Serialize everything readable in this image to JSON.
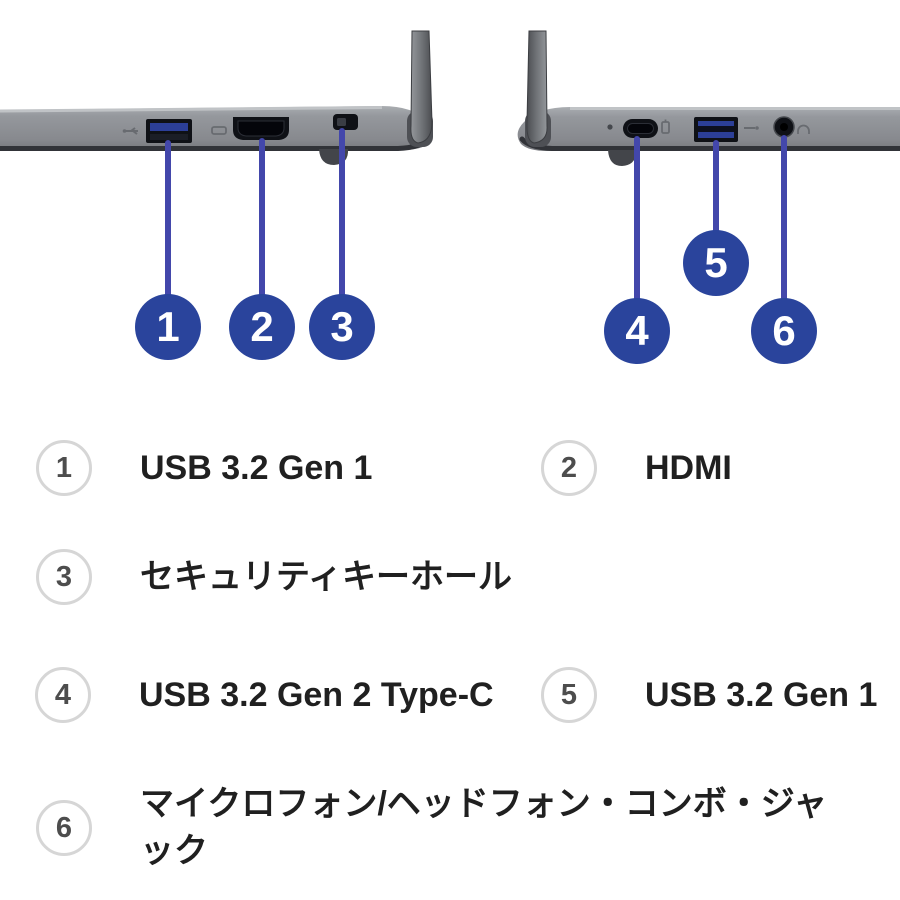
{
  "diagram": {
    "callouts": [
      "1",
      "2",
      "3",
      "4",
      "5",
      "6"
    ]
  },
  "legend": {
    "items": [
      {
        "number": "1",
        "label": "USB 3.2 Gen 1"
      },
      {
        "number": "2",
        "label": "HDMI"
      },
      {
        "number": "3",
        "label": "セキュリティキーホール"
      },
      {
        "number": "4",
        "label": "USB 3.2 Gen 2 Type-C"
      },
      {
        "number": "5",
        "label": "USB 3.2 Gen 1"
      },
      {
        "number": "6",
        "label": "マイクロフォン/ヘッドフォン・コンボ・ジャック"
      }
    ]
  },
  "colors": {
    "callout_blue": "#2a449c",
    "line_blue": "#4347ab",
    "laptop_body_gray": "#8d9095",
    "laptop_dark_edge": "#313338",
    "port_dark": "#0f1116",
    "port_blue": "#2c3f98",
    "text_dark": "#202020",
    "legend_circle_border": "#d6d6d6",
    "legend_number": "#4d4d4d"
  }
}
